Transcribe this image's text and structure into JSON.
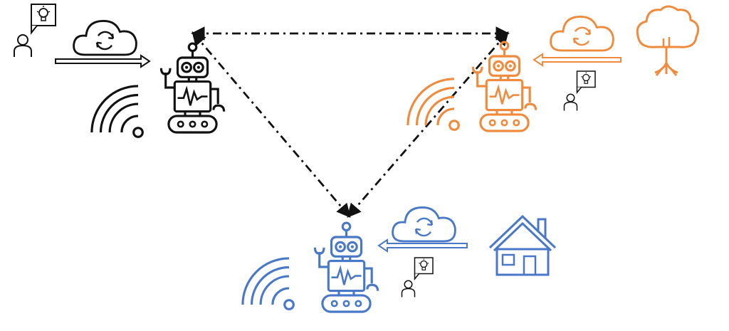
{
  "colors": {
    "black": "#111111",
    "orange": "#F08A3C",
    "blue": "#4A78C8"
  },
  "groups": [
    {
      "id": "black",
      "color": "#111111",
      "environment_icon": "person-with-idea-icon",
      "robot_icon": "robot-icon",
      "cloud_icon": "cloud-sync-icon",
      "signal_icon": "wireless-signal-icon"
    },
    {
      "id": "orange",
      "color": "#F08A3C",
      "environment_icon": "tree-icon",
      "robot_icon": "robot-icon",
      "cloud_icon": "cloud-sync-icon",
      "signal_icon": "wireless-signal-icon",
      "extra_icon": "person-with-idea-icon"
    },
    {
      "id": "blue",
      "color": "#4A78C8",
      "environment_icon": "house-icon",
      "robot_icon": "robot-icon",
      "cloud_icon": "cloud-sync-icon",
      "signal_icon": "wireless-signal-icon",
      "extra_icon": "person-with-idea-icon"
    }
  ],
  "links": [
    {
      "from": "black",
      "to": "orange",
      "style": "dash-dot",
      "direction": "both"
    },
    {
      "from": "black",
      "to": "blue",
      "style": "dash-dot",
      "direction": "both"
    },
    {
      "from": "orange",
      "to": "blue",
      "style": "dash-dot",
      "direction": "both"
    }
  ]
}
